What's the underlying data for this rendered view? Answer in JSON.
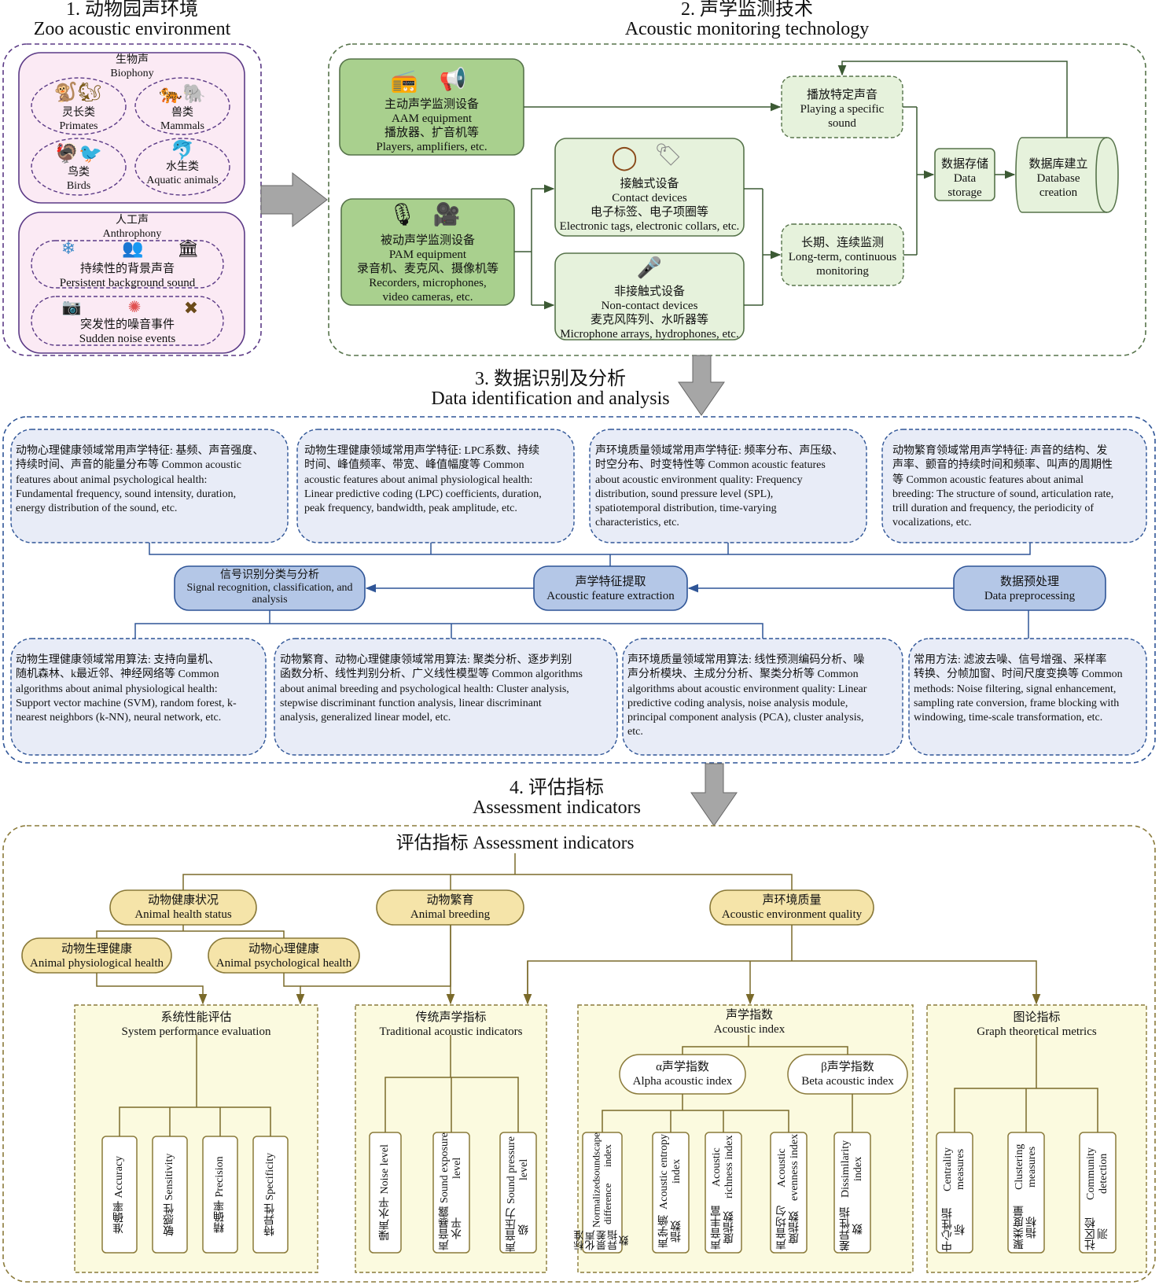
{
  "section1": {
    "title_cn": "1. 动物园声环境",
    "title_en": "Zoo acoustic environment",
    "biophony": {
      "cn": "生物声",
      "en": "Biophony",
      "groups": [
        {
          "cn": "灵长类",
          "en": "Primates",
          "icon": "primates-icon"
        },
        {
          "cn": "兽类",
          "en": "Mammals",
          "icon": "mammals-icon"
        },
        {
          "cn": "鸟类",
          "en": "Birds",
          "icon": "birds-icon"
        },
        {
          "cn": "水生类",
          "en": "Aquatic animals",
          "icon": "aquatic-icon"
        }
      ]
    },
    "anthrophony": {
      "cn": "人工声",
      "en": "Anthrophony",
      "persistent": {
        "cn": "持续性的背景声音",
        "en": "Persistent background sound"
      },
      "sudden": {
        "cn": "突发性的噪音事件",
        "en": "Sudden noise events"
      }
    }
  },
  "section2": {
    "title_cn": "2. 声学监测技术",
    "title_en": "Acoustic monitoring technology",
    "aam": {
      "l1": "主动声学监测设备",
      "l2": "AAM equipment",
      "l3": "播放器、扩音机等",
      "l4": "Players, amplifiers, etc."
    },
    "pam": {
      "l1": "被动声学监测设备",
      "l2": "PAM equipment",
      "l3": "录音机、麦克风、摄像机等",
      "l4": "Recorders, microphones,",
      "l5": "video cameras, etc."
    },
    "contact": {
      "l1": "接触式设备",
      "l2": "Contact devices",
      "l3": "电子标签、电子项圈等",
      "l4": "Electronic tags, electronic collars, etc."
    },
    "noncontact": {
      "l1": "非接触式设备",
      "l2": "Non-contact devices",
      "l3": "麦克风阵列、水听器等",
      "l4": "Microphone arrays, hydrophones, etc."
    },
    "playing": {
      "l1": "播放特定声音",
      "l2": "Playing a specific",
      "l3": "sound"
    },
    "longterm": {
      "l1": "长期、连续监测",
      "l2": "Long-term, continuous",
      "l3": "monitoring"
    },
    "storage": {
      "l1": "数据存储",
      "l2": "Data",
      "l3": "storage"
    },
    "database": {
      "l1": "数据库建立",
      "l2": "Database",
      "l3": "creation"
    }
  },
  "section3": {
    "title_cn": "3. 数据识别及分析",
    "title_en": "Data identification and analysis",
    "features": [
      [
        "动物心理健康领域常用声学特征: 基频、声音强度、",
        "持续时间、声音的能量分布等 Common acoustic",
        "features about animal psychological health:",
        "Fundamental frequency, sound intensity, duration,",
        "energy distribution of the sound, etc."
      ],
      [
        "动物生理健康领域常用声学特征: LPC系数、持续",
        "时间、峰值频率、带宽、峰值幅度等 Common",
        "acoustic features about animal physiological health:",
        "Linear predictive coding (LPC) coefficients, duration,",
        "peak frequency, bandwidth, peak amplitude, etc."
      ],
      [
        "声环境质量领域常用声学特征: 频率分布、声压级、",
        "时空分布、时变特性等 Common acoustic features",
        "about acoustic environment quality: Frequency",
        "distribution, sound pressure level (SPL),",
        "spatiotemporal distribution, time-varying",
        "characteristics, etc."
      ],
      [
        "动物繁育领域常用声学特征: 声音的结构、发",
        "声率、颤音的持续时间和频率、叫声的周期性",
        "等 Common acoustic features about animal",
        "breeding: The structure of sound, articulation rate,",
        "trill duration and frequency, the periodicity of",
        "vocalizations, etc."
      ]
    ],
    "process": {
      "signal": {
        "cn": "信号识别分类与分析",
        "en1": "Signal recognition, classification, and",
        "en2": "analysis"
      },
      "feature": {
        "cn": "声学特征提取",
        "en": "Acoustic feature extraction"
      },
      "preprocess": {
        "cn": "数据预处理",
        "en": "Data preprocessing"
      }
    },
    "algorithms": [
      [
        "动物生理健康领域常用算法: 支持向量机、",
        "随机森林、k最近邻、神经网络等 Common",
        "algorithms about animal physiological health:",
        "Support vector machine (SVM), random forest, k-",
        "nearest neighbors (k-NN), neural network, etc."
      ],
      [
        "动物繁育、动物心理健康领域常用算法: 聚类分析、逐步判别",
        "函数分析、线性判别分析、广义线性模型等 Common algorithms",
        "about animal breeding and psychological health: Cluster analysis,",
        "stepwise discriminant function analysis, linear discriminant",
        "analysis, generalized linear model, etc."
      ],
      [
        "声环境质量领域常用算法: 线性预测编码分析、噪",
        "声分析模块、主成分分析、聚类分析等 Common",
        "algorithms about acoustic environment quality: Linear",
        "predictive coding analysis, noise analysis module,",
        "principal component analysis (PCA), cluster analysis,",
        "etc."
      ],
      [
        "常用方法: 滤波去噪、信号增强、采样率",
        "转换、分帧加窗、时间尺度变换等 Common",
        "methods: Noise filtering, signal enhancement,",
        "sampling rate conversion, frame blocking with",
        "windowing, time-scale transformation, etc."
      ]
    ]
  },
  "section4": {
    "title_cn": "4. 评估指标",
    "title_en": "Assessment indicators",
    "inner_title": "评估指标 Assessment indicators",
    "health": {
      "cn": "动物健康状况",
      "en": "Animal health status"
    },
    "breeding": {
      "cn": "动物繁育",
      "en": "Animal breeding"
    },
    "envq": {
      "cn": "声环境质量",
      "en": "Acoustic environment quality"
    },
    "physio": {
      "cn": "动物生理健康",
      "en": "Animal physiological health"
    },
    "psych": {
      "cn": "动物心理健康",
      "en": "Animal psychological health"
    },
    "system": {
      "cn": "系统性能评估",
      "en": "System performance evaluation",
      "items": [
        "准确率 Accuracy",
        "敏感性 Sensitivity",
        "精确率 Precision",
        "特异性 Specificity"
      ]
    },
    "traditional": {
      "cn": "传统声学指标",
      "en": "Traditional acoustic indicators",
      "items": [
        [
          "噪声水平 Noise level"
        ],
        [
          "声音暴露水平",
          "Sound exposure level"
        ],
        [
          "声音压力级",
          "Sound pressure level"
        ]
      ]
    },
    "acoustic_index": {
      "cn": "声学指数",
      "en": "Acoustic index",
      "alpha": {
        "cn": "α声学指数",
        "en": "Alpha acoustic index"
      },
      "beta": {
        "cn": "β声学指数",
        "en": "Beta acoustic index"
      },
      "items": [
        [
          "标准化声景差异指数",
          "Normalized difference",
          "soundscape index"
        ],
        [
          "声学熵指数",
          "Acoustic entropy index"
        ],
        [
          "声音丰富度指数",
          "Acoustic richness index"
        ],
        [
          "声音均匀度指数",
          "Acoustic evenness index"
        ],
        [
          "差异性指数",
          "Dissimilarity index"
        ]
      ]
    },
    "graph": {
      "cn": "图论指标",
      "en": "Graph theoretical metrics",
      "items": [
        [
          "中心性指标",
          "Centrality measures"
        ],
        [
          "聚类度量指标",
          "Clustering measures"
        ],
        [
          "社区检测",
          "Community detection"
        ]
      ]
    }
  },
  "colors": {
    "purple_border": "#5b3a86",
    "pink_fill": "#fbeaf4",
    "green_border": "#56734a",
    "green_fill_dark": "#a9d08e",
    "green_fill_light": "#e6f2dc",
    "blue_border": "#2f5597",
    "blue_fill": "#e8ecf7",
    "blue_box": "#b4c7e7",
    "olive_border": "#8a7a3a",
    "yellow_box": "#f5e4a9",
    "yellow_fill": "#fbfadf",
    "arrow_gray": "#a6a6a6"
  }
}
